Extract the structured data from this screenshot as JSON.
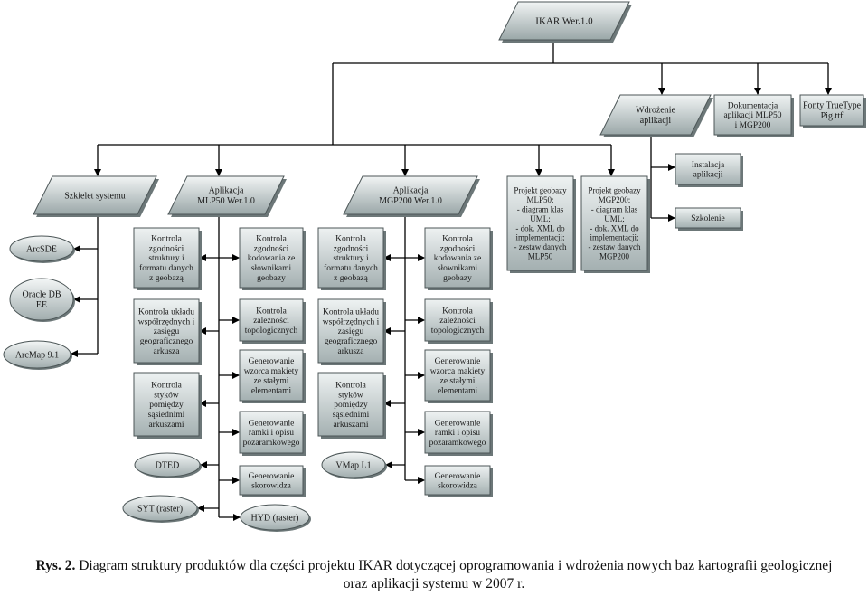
{
  "nodes": {
    "ikar": [
      "IKAR Wer.1.0"
    ],
    "wdrozenie": [
      "Wdrożenie",
      "aplikacji"
    ],
    "dokumentacja": [
      "Dokumentacja",
      "aplikacji MLP50",
      "i MGP200"
    ],
    "fonty": [
      "Fonty TrueType",
      "Pig.ttf"
    ],
    "instalacja": [
      "Instalacja",
      "aplikacji"
    ],
    "szkolenie": [
      "Szkolenie"
    ],
    "szkielet": [
      "Szkielet systemu"
    ],
    "mlp50_app": [
      "Aplikacja",
      "MLP50 Wer.1.0"
    ],
    "mgp200_app": [
      "Aplikacja",
      "MGP200 Wer.1.0"
    ],
    "proj_mlp50": [
      "Projekt geobazy",
      "MLP50:",
      "- diagram klas",
      "UML;",
      "- dok. XML do",
      "implementacji;",
      "- zestaw danych",
      "MLP50"
    ],
    "proj_mgp200": [
      "Projekt geobazy",
      "MGP200:",
      "- diagram klas",
      "UML;",
      "- dok. XML do",
      "implementacji;",
      "- zestaw danych",
      "MGP200"
    ],
    "arcsde": [
      "ArcSDE"
    ],
    "oracle": [
      "Oracle DB",
      "EE"
    ],
    "arcmap": [
      "ArcMap 9.1"
    ],
    "m_k1": [
      "Kontrola",
      "zgodności",
      "struktury i",
      "formatu danych",
      "z geobazą"
    ],
    "m_k2": [
      "Kontrola układu",
      "współrzędnych i",
      "zasięgu",
      "geograficznego",
      "arkusza"
    ],
    "m_k3": [
      "Kontrola",
      "styków",
      "pomiędzy",
      "sąsiednimi",
      "arkuszami"
    ],
    "m_dted": [
      "DTED"
    ],
    "m_syt": [
      "SYT (raster)"
    ],
    "m_r1": [
      "Kontrola",
      "zgodności",
      "kodowania ze",
      "słownikami",
      "geobazy"
    ],
    "m_r2": [
      "Kontrola",
      "zależności",
      "topologicznych"
    ],
    "m_r3": [
      "Generowanie",
      "wzorca makiety",
      "ze stałymi",
      "elementami"
    ],
    "m_r4": [
      "Generowanie",
      "ramki i opisu",
      "pozaramkowego"
    ],
    "m_r5": [
      "Generowanie",
      "skorowidza"
    ],
    "m_hyd": [
      "HYD (raster)"
    ],
    "g_k1": [
      "Kontrola",
      "zgodności",
      "struktury i",
      "formatu danych",
      "z geobazą"
    ],
    "g_k2": [
      "Kontrola układu",
      "współrzędnych i",
      "zasięgu",
      "geograficznego",
      "arkusza"
    ],
    "g_k3": [
      "Kontrola",
      "styków",
      "pomiędzy",
      "sąsiednimi",
      "arkuszami"
    ],
    "g_vmap": [
      "VMap L1"
    ],
    "g_r1": [
      "Kontrola",
      "zgodności",
      "kodowania ze",
      "słownikami",
      "geobazy"
    ],
    "g_r2": [
      "Kontrola",
      "zależności",
      "topologicznych"
    ],
    "g_r3": [
      "Generowanie",
      "wzorca makiety",
      "ze stałymi",
      "elementami"
    ],
    "g_r4": [
      "Generowanie",
      "ramki i opisu",
      "pozaramkowego"
    ],
    "g_r5": [
      "Generowanie",
      "skorowidza"
    ]
  },
  "caption": {
    "lead": "Rys. 2.",
    "line1": " Diagram struktury produktów dla części projektu IKAR dotyczącej oprogramowania i wdrożenia nowych baz kartografii geologicznej",
    "line2": "oraz aplikacji systemu w 2007 r."
  }
}
